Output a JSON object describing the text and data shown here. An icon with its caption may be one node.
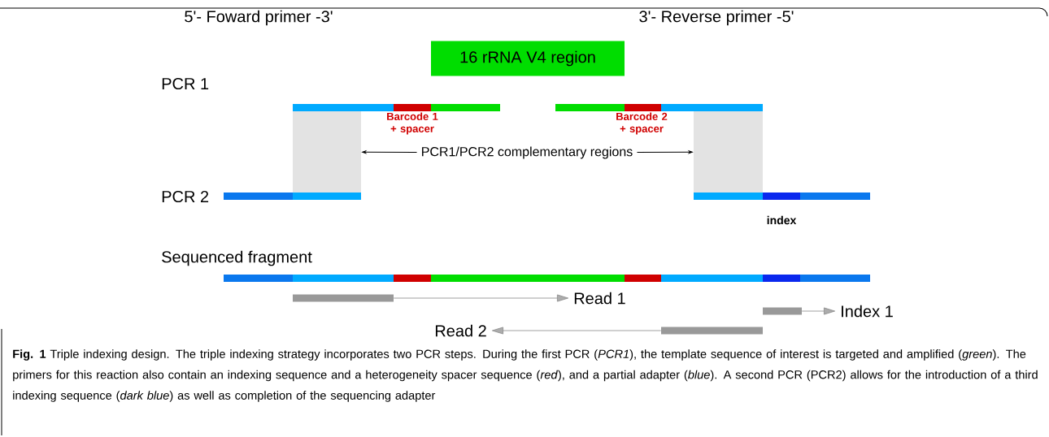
{
  "diagram": {
    "caption": "**Fig. 1** Triple indexing design. The triple indexing strategy incorporates two PCR steps. During the first PCR (*PCR1*), the template sequence of interest is targeted and amplified (*green*). The primers for this reaction also contain an indexing sequence and a heterogeneity spacer sequence (*red*), and a partial adapter (*blue*). A second PCR (PCR2) allows for the introduction of a third indexing sequence (*dark blue*) as well as completion of the sequencing adapter",
    "nodes": [
      {
        "text": [
          "16 rRNA V4 region"
        ]
      },
      {
        "text": [],
        "shape": "box"
      },
      {
        "text": [],
        "shape": "box"
      },
      {
        "text": [
          "PCR1/PCR2 complementary regions"
        ]
      },
      {
        "text": [],
        "shape": "bar"
      },
      {
        "text": [
          "Read 1"
        ]
      },
      {
        "text": [],
        "shape": "bar"
      },
      {
        "text": [
          "Index 1"
        ]
      },
      {
        "text": [
          "Read 2"
        ]
      },
      {
        "text": [],
        "shape": "bar"
      }
    ],
    "edges": [
      {
        "from": 3,
        "to": 1,
        "arrow": "to",
        "color": "#000000"
      },
      {
        "from": 3,
        "to": 2,
        "arrow": "to",
        "color": "#000000"
      },
      {
        "from": 4,
        "to": 5,
        "arrow": "to",
        "color": "#888888"
      },
      {
        "from": 6,
        "to": 7,
        "arrow": "to",
        "color": "#888888"
      },
      {
        "from": 9,
        "to": 8,
        "arrow": "to",
        "color": "#888888"
      }
    ],
    "labels": [
      "5'- Foward primer -3'",
      "3'- Reverse primer -5'",
      "PCR 1",
      "Barcode 1 + spacer",
      "Barcode 2 + spacer",
      "PCR 2",
      "index",
      "Sequenced fragment"
    ]
  }
}
